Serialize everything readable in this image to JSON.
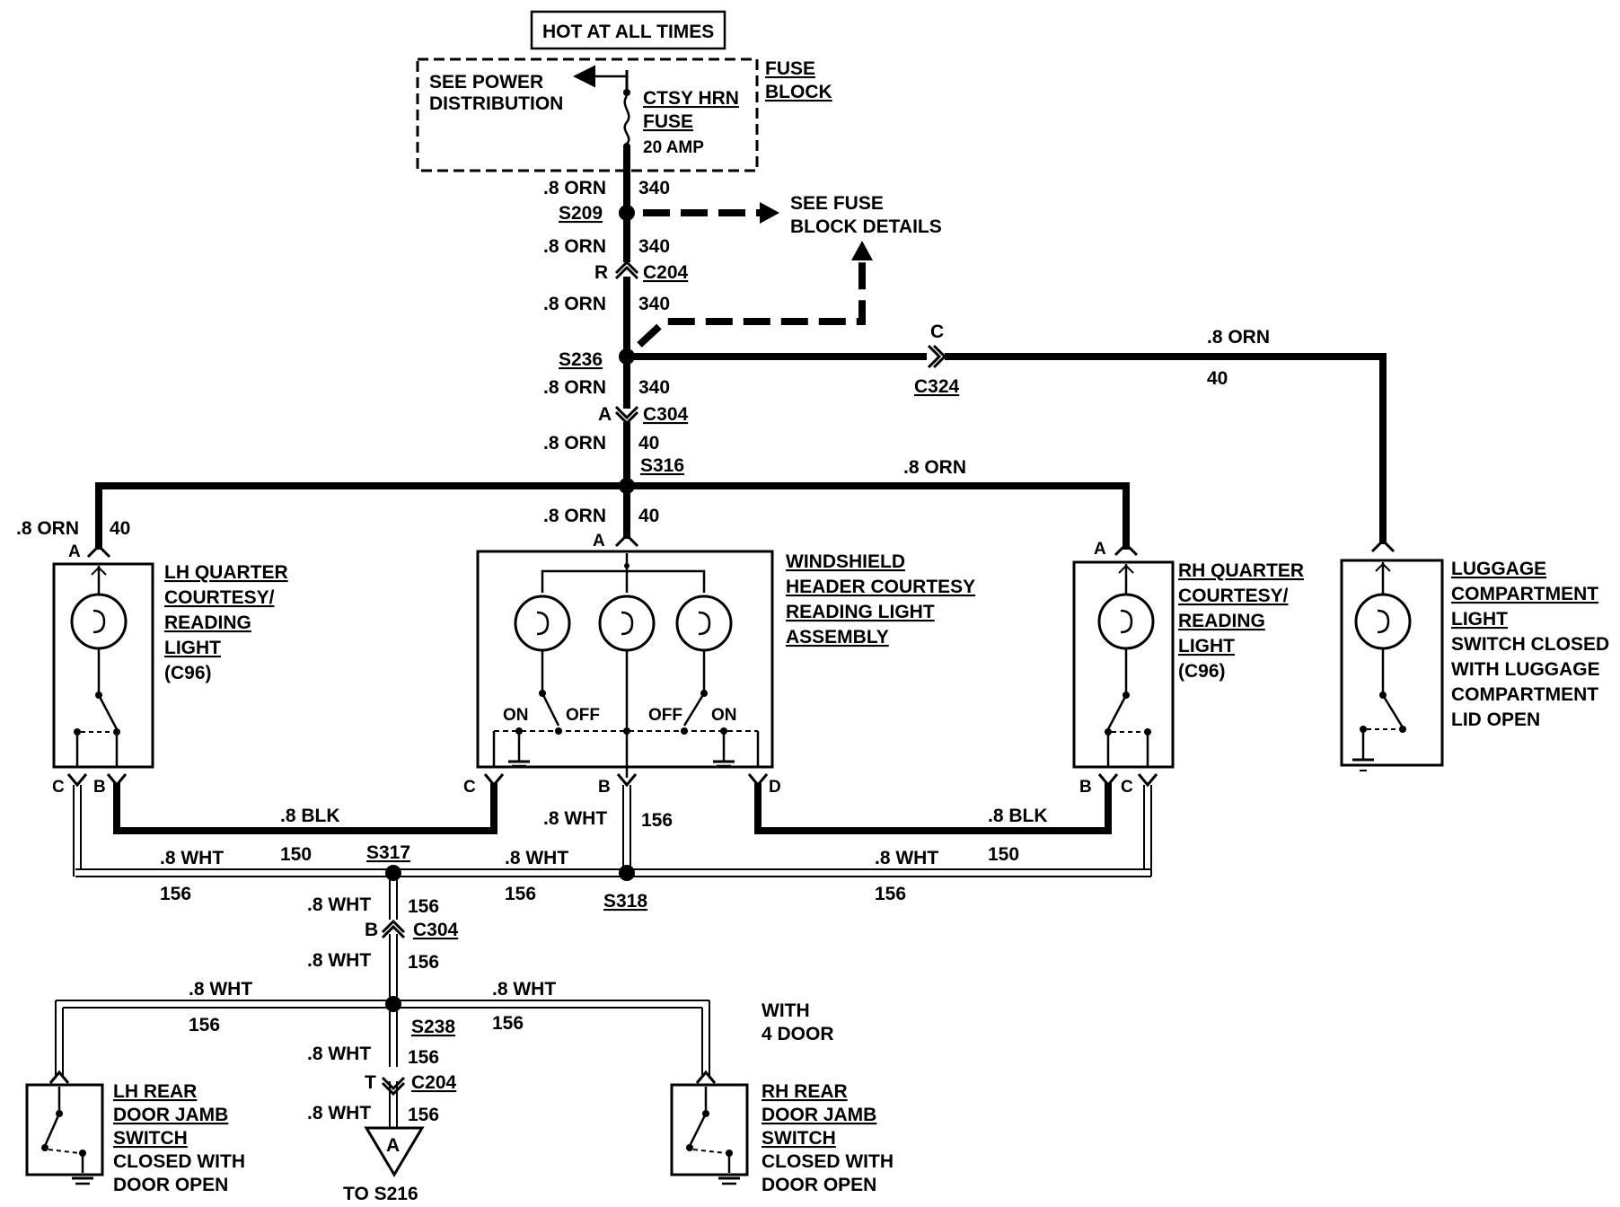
{
  "header": {
    "hot_at_all_times": "HOT AT ALL TIMES"
  },
  "fuse_block": {
    "see_power_1": "SEE POWER",
    "see_power_2": "DISTRIBUTION",
    "fuse_name_1": "CTSY HRN",
    "fuse_name_2": "FUSE",
    "fuse_rating": "20 AMP",
    "label_1": "FUSE",
    "label_2": "BLOCK"
  },
  "fuse_details": {
    "line1": "SEE FUSE",
    "line2": "BLOCK DETAILS"
  },
  "wire": {
    "orn": ".8 ORN",
    "blk": ".8 BLK",
    "wht": ".8 WHT",
    "c340": "340",
    "c40": "40",
    "c150": "150",
    "c156": "156"
  },
  "splices": {
    "s209": "S209",
    "s236": "S236",
    "s316": "S316",
    "s317": "S317",
    "s318": "S318",
    "s238": "S238"
  },
  "connectors": {
    "c204": "C204",
    "c304": "C304",
    "c324": "C324",
    "pin_r": "R",
    "pin_a": "A",
    "pin_b": "B",
    "pin_c": "C",
    "pin_d": "D",
    "pin_t": "T"
  },
  "components": {
    "lh_quarter": [
      "LH QUARTER",
      "COURTESY/",
      "READING",
      "LIGHT",
      "(C96)"
    ],
    "windshield": [
      "WINDSHIELD",
      "HEADER COURTESY",
      "READING LIGHT",
      "ASSEMBLY"
    ],
    "rh_quarter": [
      "RH QUARTER",
      "COURTESY/",
      "READING",
      "LIGHT",
      "(C96)"
    ],
    "luggage": [
      "LUGGAGE",
      "COMPARTMENT",
      "LIGHT",
      "SWITCH CLOSED",
      "WITH LUGGAGE",
      "COMPARTMENT",
      "LID OPEN"
    ],
    "lh_rear": [
      "LH REAR",
      "DOOR JAMB",
      "SWITCH",
      "CLOSED WITH",
      "DOOR OPEN"
    ],
    "rh_rear": [
      "RH REAR",
      "DOOR JAMB",
      "SWITCH",
      "CLOSED WITH",
      "DOOR OPEN"
    ],
    "with_4door": [
      "WITH",
      "4 DOOR"
    ]
  },
  "switch_labels": {
    "on": "ON",
    "off": "OFF"
  },
  "ground_ref": {
    "letter": "A",
    "to": "TO S216"
  }
}
